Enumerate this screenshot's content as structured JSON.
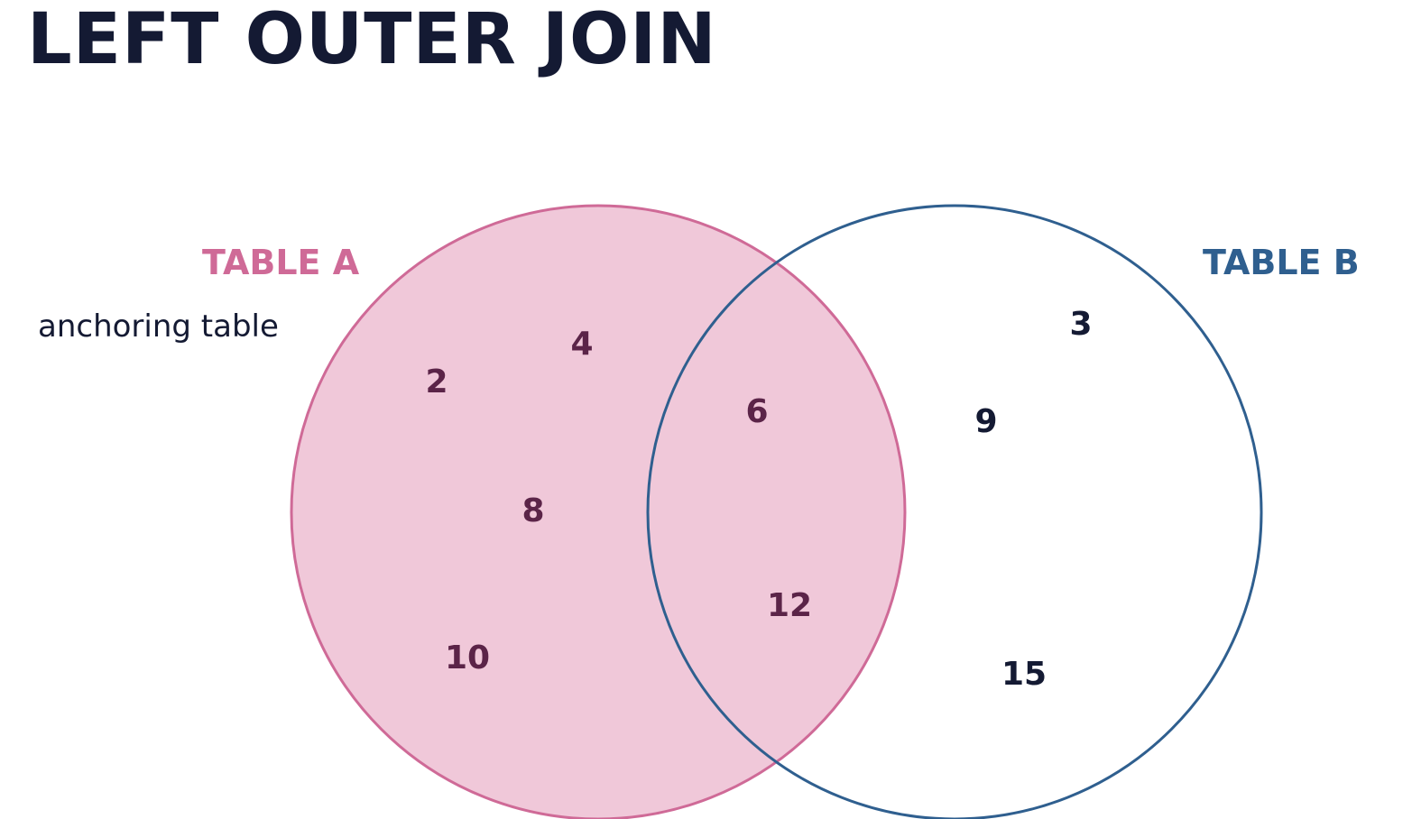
{
  "title": "LEFT OUTER JOIN",
  "colors": {
    "table_a": "#cf6a97",
    "table_a_fill": "#f0c8d9",
    "table_b": "#2f5f8f",
    "text": "#141a33",
    "value_in_a": "#5b2448"
  },
  "table_a": {
    "label": "TABLE A",
    "note": "anchoring table",
    "values": [
      "2",
      "4",
      "8",
      "10"
    ]
  },
  "table_b": {
    "label": "TABLE B",
    "values": [
      "3",
      "9",
      "15"
    ]
  },
  "intersection": {
    "values": [
      "6",
      "12"
    ]
  }
}
